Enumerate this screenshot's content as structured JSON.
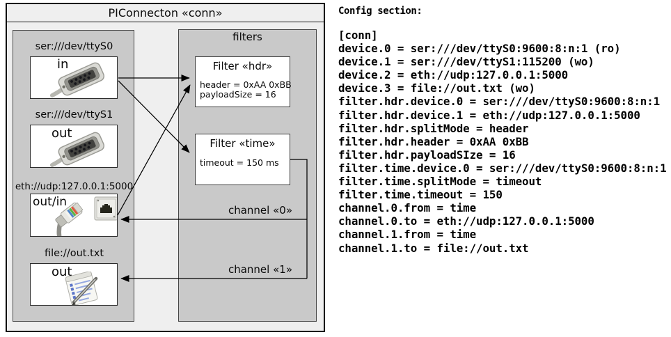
{
  "diagram": {
    "title": "PIConnecton «conn»",
    "devices": [
      {
        "uri": "ser:///dev/ttyS0",
        "direction": "in",
        "icon": "serial-connector-icon"
      },
      {
        "uri": "ser:///dev/ttyS1",
        "direction": "out",
        "icon": "serial-connector-icon"
      },
      {
        "uri": "eth://udp:127.0.0.1:5000",
        "direction": "out/in",
        "icon": "ethernet-connector-icon"
      },
      {
        "uri": "file://out.txt",
        "direction": "out",
        "icon": "notepad-pen-icon"
      }
    ],
    "filters": {
      "title": "filters",
      "items": [
        {
          "title": "Filter «hdr»",
          "params": [
            "header = 0xAA 0xBB",
            "payloadSize = 16"
          ]
        },
        {
          "title": "Filter «time»",
          "params": [
            "timeout = 150 ms"
          ]
        }
      ]
    },
    "channels": [
      {
        "label": "channel «0»"
      },
      {
        "label": "channel «1»"
      }
    ]
  },
  "config": {
    "heading": "Config section:",
    "lines": [
      "[conn]",
      "device.0 = ser:///dev/ttyS0:9600:8:n:1 (ro)",
      "device.1 = ser:///dev/ttyS1:115200 (wo)",
      "device.2 = eth://udp:127.0.0.1:5000",
      "device.3 = file://out.txt (wo)",
      "filter.hdr.device.0 = ser:///dev/ttyS0:9600:8:n:1",
      "filter.hdr.device.1 = eth://udp:127.0.0.1:5000",
      "filter.hdr.splitMode = header",
      "filter.hdr.header = 0xAA 0xBB",
      "filter.hdr.payloadSIze = 16",
      "filter.time.device.0 = ser:///dev/ttyS0:9600:8:n:1",
      "filter.time.splitMode = timeout",
      "filter.time.timeout = 150",
      "channel.0.from = time",
      "channel.0.to = eth://udp:127.0.0.1:5000",
      "channel.1.from = time",
      "channel.1.to = file://out.txt"
    ]
  }
}
